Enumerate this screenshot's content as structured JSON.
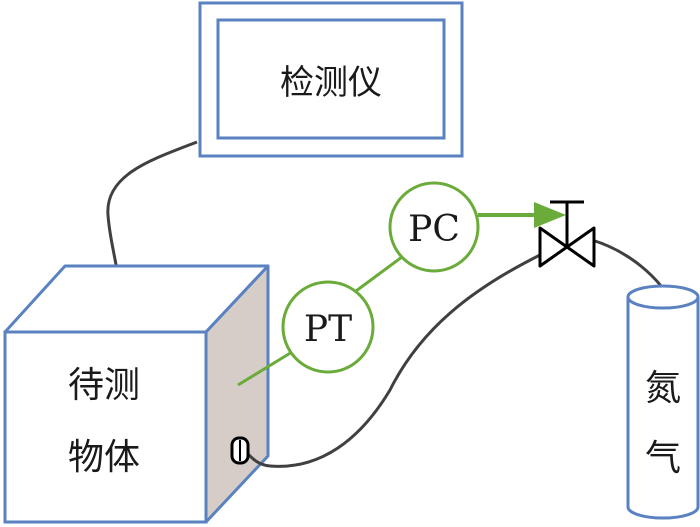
{
  "detector": {
    "label": "检测仪"
  },
  "object": {
    "line1": "待测",
    "line2": "物体"
  },
  "pt": {
    "label": "PT"
  },
  "pc": {
    "label": "PC"
  },
  "nitrogen": {
    "char1": "氮",
    "char2": "气"
  },
  "colors": {
    "frame": "#5a82c0",
    "instrument": "#6aab3a",
    "wire": "#404040",
    "side_face": "#d6cdc8",
    "valve": "#000000"
  }
}
